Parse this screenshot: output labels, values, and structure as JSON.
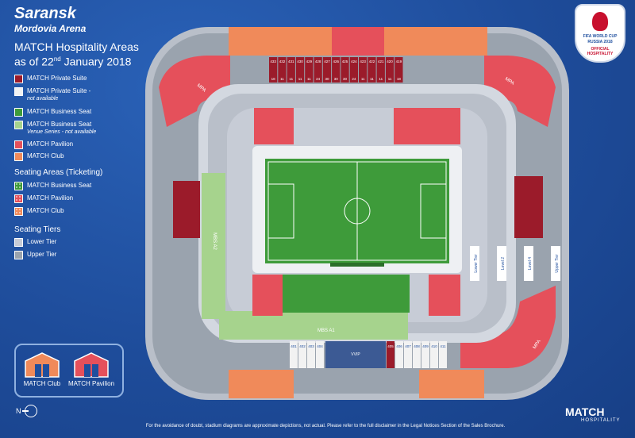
{
  "header": {
    "city": "Saransk",
    "venue": "Mordovia Arena",
    "heading_line1": "MATCH Hospitality Areas",
    "heading_line2": "as of 22",
    "heading_sup": "nd",
    "heading_line2_rest": " January 2018"
  },
  "legend": {
    "hospitality": [
      {
        "label": "MATCH Private Suite",
        "sub": "",
        "color": "#9b1b2a",
        "hatch": false
      },
      {
        "label": "MATCH Private Suite -",
        "sub": "not available",
        "color": "#f2f2f2",
        "hatch": false
      },
      {
        "label": "MATCH Business Seat",
        "sub": "",
        "color": "#3e9b3a",
        "hatch": false
      },
      {
        "label": "MATCH Business Seat",
        "sub": "Venue Series - not available",
        "color": "#a6d38d",
        "hatch": false
      },
      {
        "label": "MATCH Pavilion",
        "sub": "",
        "color": "#e5505b",
        "hatch": false
      },
      {
        "label": "MATCH Club",
        "sub": "",
        "color": "#f08a5a",
        "hatch": false
      }
    ],
    "ticketing_heading": "Seating Areas (Ticketing)",
    "ticketing": [
      {
        "label": "MATCH Business Seat",
        "color": "#3e9b3a"
      },
      {
        "label": "MATCH Pavilion",
        "color": "#e5505b"
      },
      {
        "label": "MATCH Club",
        "color": "#f08a5a"
      }
    ],
    "tiers_heading": "Seating Tiers",
    "tiers": [
      {
        "label": "Lower Tier",
        "color": "#c7ccd6"
      },
      {
        "label": "Upper Tier",
        "color": "#9aa3ae"
      }
    ]
  },
  "tents": {
    "club": "MATCH Club",
    "pavilion": "MATCH Pavilion"
  },
  "compass": "N",
  "map": {
    "top_suites": [
      "433",
      "432",
      "431",
      "430",
      "429",
      "428",
      "427",
      "426",
      "425",
      "424",
      "423",
      "422",
      "421",
      "420",
      "419"
    ],
    "top_suite_caps": [
      "18",
      "11",
      "11",
      "11",
      "11",
      "24",
      "30",
      "30",
      "30",
      "24",
      "11",
      "11",
      "11",
      "11",
      "18"
    ],
    "bottom_suites_left": [
      "401",
      "402",
      "403",
      "404"
    ],
    "bottom_suites_right": [
      "405",
      "406",
      "407",
      "408",
      "409",
      "410",
      "411"
    ],
    "mpa": "MPA",
    "mbs_a1": "MBS A1",
    "mbs_a2": "MBS A2",
    "vvip": "VVIP",
    "lower_tier": "Lower Tier",
    "level2": "Level 2",
    "level4": "Level 4",
    "upper_tier": "Upper Tier"
  },
  "disclaimer": "For the avoidance of doubt, stadium diagrams are approximate depictions, not actual. Please refer to the full disclaimer in the Legal Notices Section of the Sales Brochure.",
  "brand": {
    "match": "MATCH",
    "hospitality": "HOSPITALITY",
    "badge_line1": "FIFA WORLD CUP",
    "badge_line2": "RUSSIA 2018",
    "badge_line3": "OFFICIAL",
    "badge_line4": "HOSPITALITY"
  }
}
